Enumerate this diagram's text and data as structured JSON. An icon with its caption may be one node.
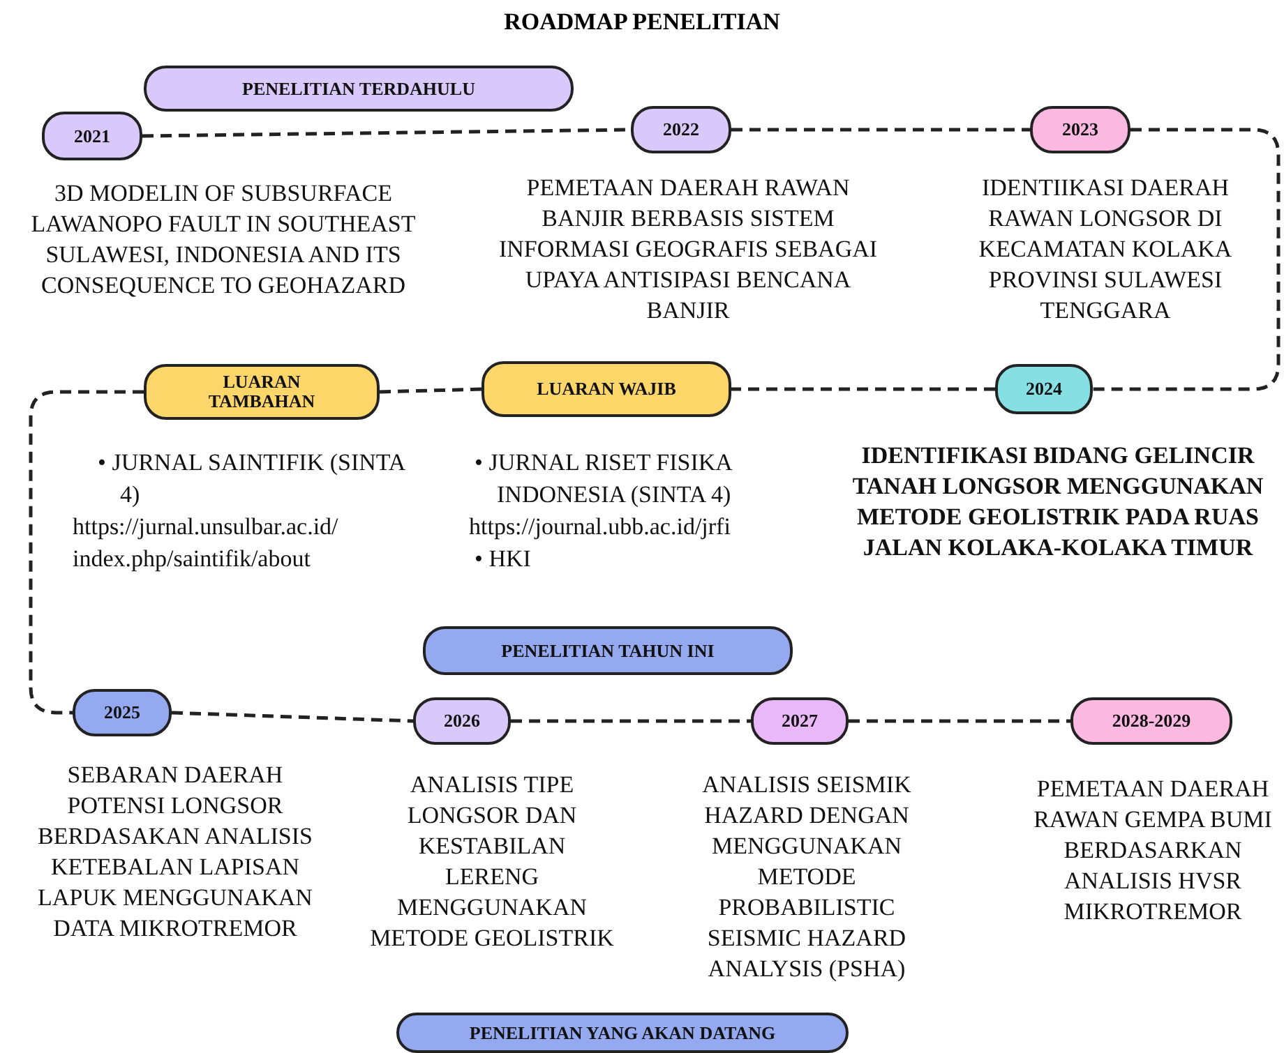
{
  "diagram": {
    "title": "ROADMAP  PENELITIAN",
    "nodes": [
      {
        "text": [
          "PENELITIAN TERDAHULU"
        ]
      },
      {
        "text": [
          "2021"
        ],
        "beside": [
          "3D MODELIN OF SUBSURFACE LAWANOPO  FAULT IN SOUTHEAST SULAWESI, INDONESIA AND ITS CONSEQUENCE TO GEOHAZARD"
        ]
      },
      {
        "text": [
          "2022"
        ],
        "beside": [
          "PEMETAAN DAERAH RAWAN BANJIR  BERBASIS SISTEM INFORMASI  GEOGRAFIS SEBAGAI UPAYA ANTISIPASI BENCANA BANJIR"
        ]
      },
      {
        "text": [
          "2023"
        ],
        "beside": [
          "IDENTIIKASI DAERAH RAWAN LONGSOR DI KECAMATAN KOLAKA PROVINSI SULAWESI TENGGARA"
        ]
      },
      {
        "text": [
          "LUARAN TAMBAHAN"
        ],
        "beside": [
          "• JURNAL SAINTIFIK (SINTA 4)",
          "https://jurnal.unsulbar.ac.id/ index.php/saintifik/about"
        ]
      },
      {
        "text": [
          "LUARAN  WAJIB"
        ],
        "beside": [
          "• JURNAL RISET FISIKA INDONESIA  (SINTA 4)",
          "https://journal.ubb.ac.id/jrfi",
          "• HKI"
        ]
      },
      {
        "text": [
          "2024"
        ],
        "beside": [
          "IDENTIFIKASI BIDANG GELINCIR TANAH  LONGSOR MENGGUNAKAN METODE GEOLISTRIK PADA RUAS JALAN KOLAKA-KOLAKA TIMUR"
        ]
      },
      {
        "text": [
          "PENELITIAN TAHUN INI"
        ]
      },
      {
        "text": [
          "2025"
        ],
        "beside": [
          "SEBARAN DAERAH POTENSI  LONGSOR BERDASAKAN ANALISIS KETEBALAN LAPISAN LAPUK MENGGUNAKAN DATA MIKROTREMOR"
        ]
      },
      {
        "text": [
          "2026"
        ],
        "beside": [
          "ANALISIS TIPE LONGSOR DAN KESTABILAN LERENG MENGGUNAKAN METODE GEOLISTRIK"
        ]
      },
      {
        "text": [
          "2027"
        ],
        "beside": [
          "ANALISIS SEISMIK HAZARD DENGAN MENGGUNAKAN METODE PROBABILISTIC SEISMIC HAZARD ANALYSIS (PSHA)"
        ]
      },
      {
        "text": [
          "2028-2029"
        ],
        "beside": [
          "PEMETAAN DAERAH RAWAN GEMPA BUMI BERDASARKAN ANALISIS HVSR MIKROTREMOR"
        ]
      },
      {
        "text": [
          "PENELITIAN YANG AKAN DATANG"
        ]
      }
    ],
    "edges": [
      {
        "from": 1,
        "to": 2,
        "arrow": "none"
      },
      {
        "from": 2,
        "to": 3,
        "arrow": "none"
      },
      {
        "from": 3,
        "to": 6,
        "arrow": "none"
      },
      {
        "from": 6,
        "to": 5,
        "arrow": "none"
      },
      {
        "from": 5,
        "to": 4,
        "arrow": "none"
      },
      {
        "from": 4,
        "to": 8,
        "arrow": "none"
      },
      {
        "from": 8,
        "to": 9,
        "arrow": "none"
      },
      {
        "from": 9,
        "to": 10,
        "arrow": "none"
      },
      {
        "from": 10,
        "to": 11,
        "arrow": "none"
      }
    ]
  }
}
